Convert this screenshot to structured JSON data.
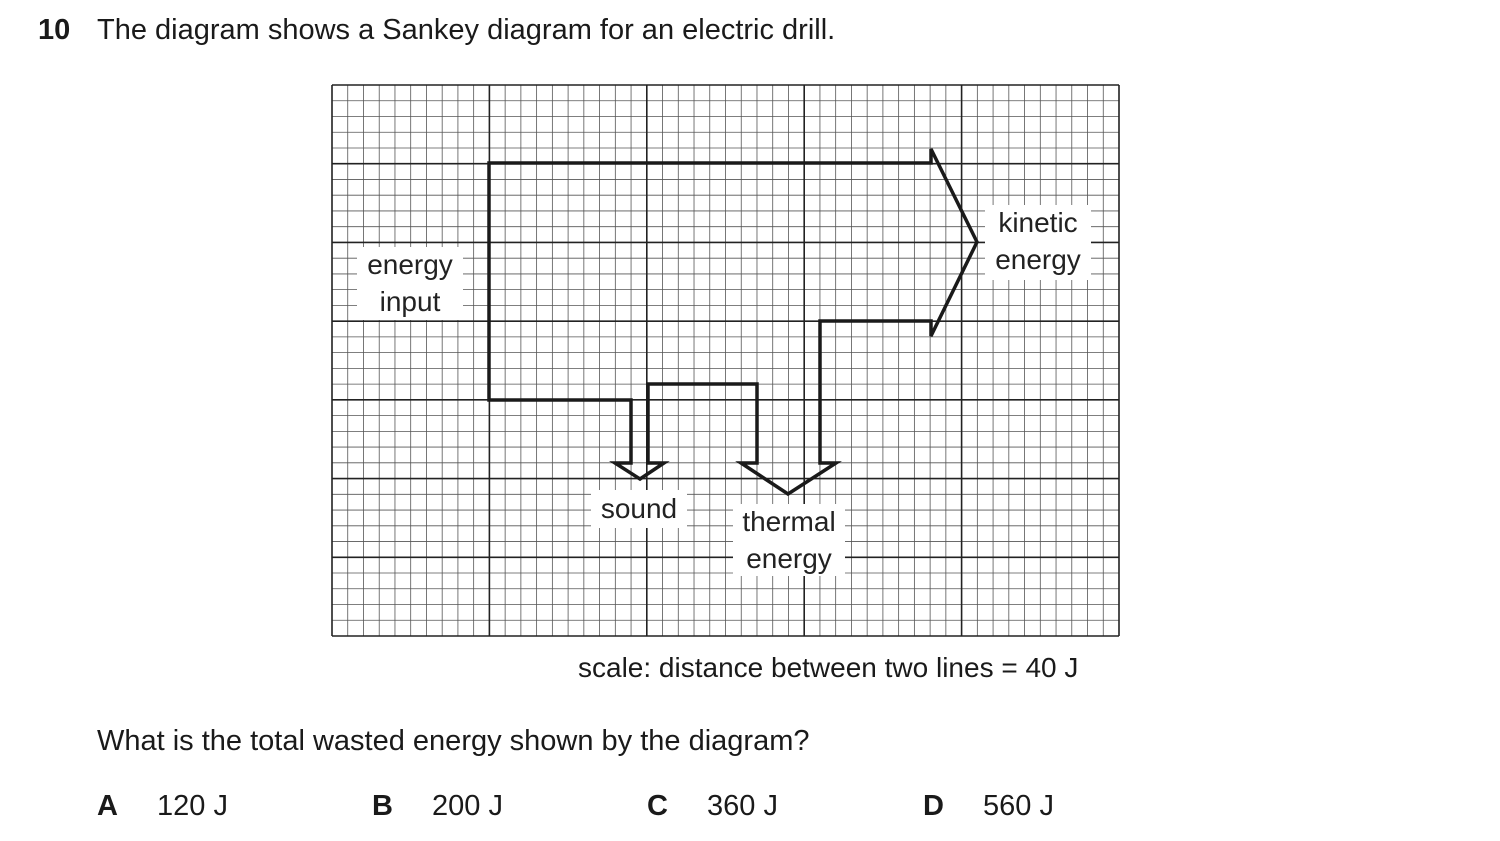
{
  "question": {
    "number": "10",
    "stem": "The diagram shows a Sankey diagram for an electric drill.",
    "prompt": "What is the total wasted energy shown by the diagram?"
  },
  "diagram": {
    "labels": {
      "input_line1": "energy",
      "input_line2": "input",
      "kinetic_line1": "kinetic",
      "kinetic_line2": "energy",
      "sound": "sound",
      "thermal_line1": "thermal",
      "thermal_line2": "energy"
    },
    "scale_note": "scale: distance between two lines = 40 J"
  },
  "options": [
    {
      "letter": "A",
      "value": "120 J"
    },
    {
      "letter": "B",
      "value": "200 J"
    },
    {
      "letter": "C",
      "value": "360 J"
    },
    {
      "letter": "D",
      "value": "560 J"
    }
  ]
}
